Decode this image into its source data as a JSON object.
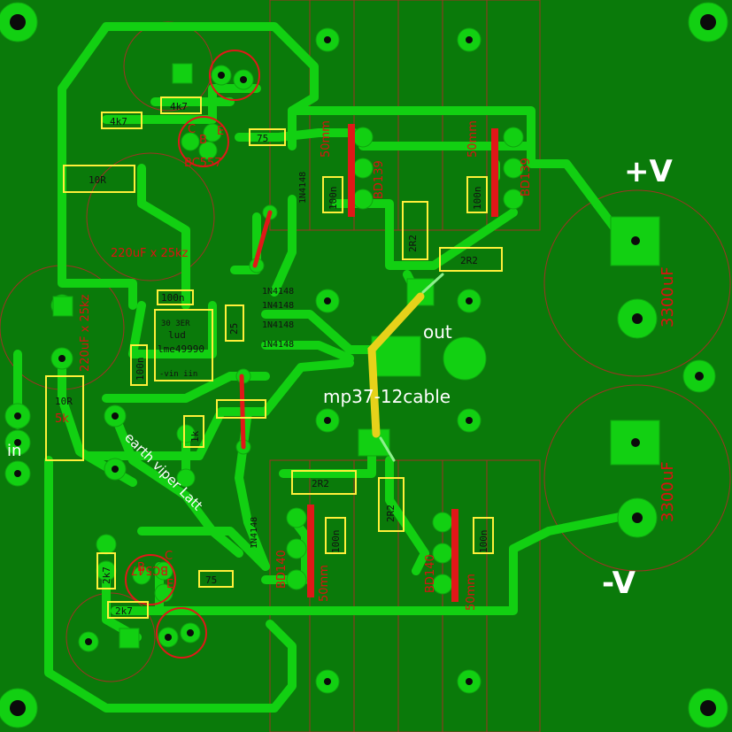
{
  "board": {
    "colors": {
      "substrate": "#0a7a0a",
      "copper": "#12d012",
      "copper_dark": "#0fa50f",
      "silk_outline": "#ffef3a",
      "silk_red": "#d11111",
      "jumper_yellow": "#e6d21a",
      "jumper_red": "#e01818",
      "via_black": "#0b0b0b"
    },
    "labels": {
      "r_4k7_top_a": "4k7",
      "r_4k7_top_b": "4k7",
      "r_75_top": "75",
      "q_bc557": "BC557",
      "r_10r_top": "10R",
      "cap_220_top": "220uF x 25kz",
      "cap_220_left": "220uF x 25kz",
      "c_100n_ic": "100n",
      "c_100n_side": "100n",
      "ic_name": "lme49990",
      "ic_pins_top": "30 3ER",
      "ic_pins_bottom": "-vin iin",
      "ic_sub": "lud",
      "r_25": "25",
      "d_1n4148_a": "1N4148",
      "d_1n4148_b": "1N4148",
      "d_1n4148_c": "1N4148",
      "d_1n4148_d": "1N4148",
      "d_1n4148_e": "1N4148",
      "d_1n4148_f": "1N4148",
      "r_1k": "1k",
      "r_10r_left": "10R",
      "r_5k": "5k",
      "in_label": "in",
      "earth_label": "earth viper Latt",
      "out_label": "out",
      "cable_label": "mp37-12cable",
      "pos_v": "+V",
      "neg_v": "-V",
      "cap_3300_top": "3300",
      "cap_3300_bottom": "3300",
      "cap_3300_unit_a": "uF",
      "cap_3300_unit_b": "uF",
      "t_bd139_a": "BD139",
      "t_bd139_b": "BD139",
      "t_bd140_a": "BD140",
      "t_bd140_b": "BD140",
      "c_100n_a": "100n",
      "c_100n_b": "100n",
      "c_100n_c": "100n",
      "c_100n_d": "100n",
      "r_2r2_a": "2R2",
      "r_2r2_b": "2R2",
      "r_2r2_c": "2R2",
      "r_2r2_d": "2R2",
      "q_bc547": "BC547",
      "r_2k7_a": "2k7",
      "r_2k7_b": "2k7",
      "r_75_bottom": "75",
      "hs_50mm_a": "50mm",
      "hs_50mm_b": "50mm",
      "hs_50mm_c": "50mm",
      "hs_50mm_d": "50mm",
      "pin_e": "E",
      "pin_c": "C",
      "pin_b": "B"
    }
  }
}
